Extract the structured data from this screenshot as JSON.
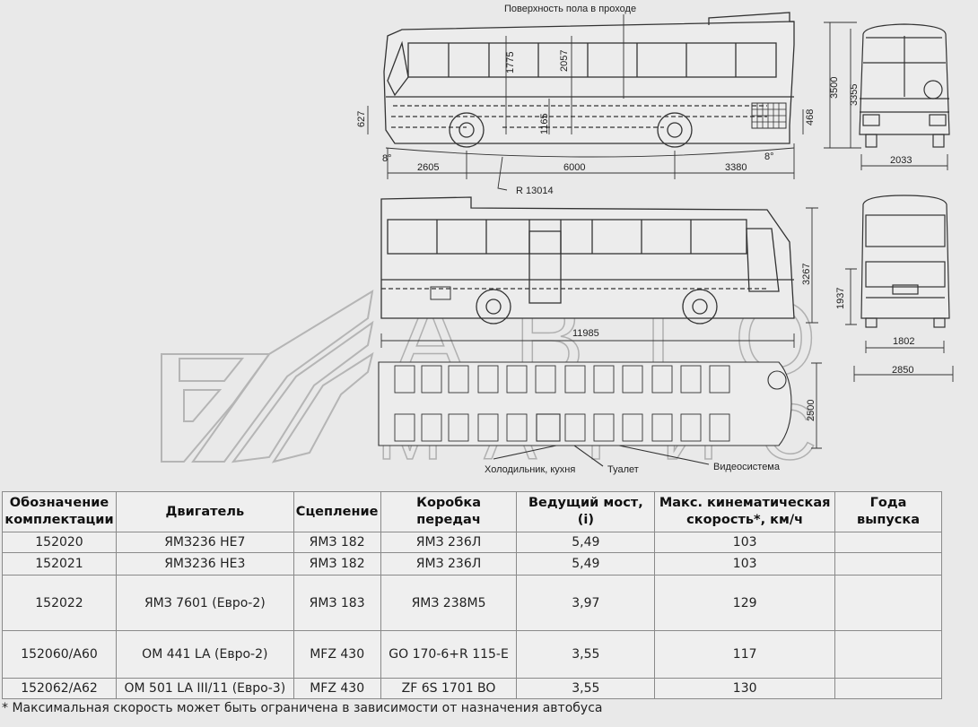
{
  "drawing": {
    "floor_label": "Поверхность пола в проходе",
    "radius_label": "R 13014",
    "angle_front": "8°",
    "angle_rear": "8°",
    "side_top": {
      "heights": [
        "627",
        "1775",
        "2057",
        "1165",
        "468"
      ],
      "lengths": [
        "2605",
        "6000",
        "3380"
      ]
    },
    "front_view": {
      "heights": [
        "3500",
        "3355"
      ],
      "width": "2033"
    },
    "side_bottom": {
      "height": "3267",
      "length": "11985"
    },
    "rear_view": {
      "height": "1937",
      "track": "1802",
      "width": "2850"
    },
    "plan": {
      "width": "2500",
      "fridge_label": "Холодильник, кухня",
      "toilet_label": "Туалет",
      "video_label": "Видеосистема"
    },
    "watermark": [
      "АВТО",
      "МАТИС"
    ]
  },
  "table": {
    "headers": [
      [
        "Обозначение",
        "комплектации"
      ],
      [
        "Двигатель"
      ],
      [
        "Сцепление"
      ],
      [
        "Коробка передач"
      ],
      [
        "Ведущий мост, (i)"
      ],
      [
        "Макс. кинематическая",
        "скорость*, км/ч"
      ],
      [
        "Года выпуска"
      ]
    ],
    "rows": [
      [
        "152020",
        "ЯМЗ236 НЕ7",
        "ЯМЗ 182",
        "ЯМЗ 236Л",
        "5,49",
        "103",
        ""
      ],
      [
        "152021",
        "ЯМЗ236 НЕ3",
        "ЯМЗ 182",
        "ЯМЗ 236Л",
        "5,49",
        "103",
        ""
      ],
      [
        "152022",
        "ЯМЗ 7601 (Евро-2)",
        "ЯМЗ 183",
        "ЯМЗ 238М5",
        "3,97",
        "129",
        ""
      ],
      [
        "152060/А60",
        "OM 441 LA (Евро-2)",
        "MFZ 430",
        "GO 170-6+R 115-E",
        "3,55",
        "117",
        ""
      ],
      [
        "152062/А62",
        "OM 501 LA III/11 (Евро-3)",
        "MFZ 430",
        "ZF 6S 1701 BO",
        "3,55",
        "130",
        ""
      ]
    ],
    "footnote": "* Максимальная скорость может быть ограничена в зависимости от назначения автобуса"
  }
}
